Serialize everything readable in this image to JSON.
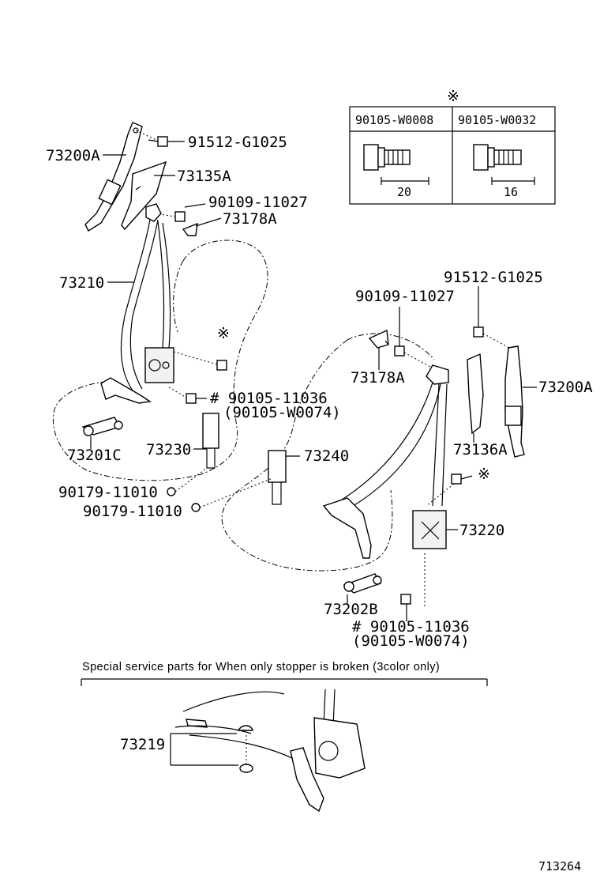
{
  "callouts": {
    "c73200A_left": "73200A",
    "c91512_top": "91512-G1025",
    "c73135A": "73135A",
    "c90109_left": "90109-11027",
    "c73178A_left": "73178A",
    "c73210": "73210",
    "c91512_right": "91512-G1025",
    "c90109_right": "90109-11027",
    "c73178A_right": "73178A",
    "c73200A_right": "73200A",
    "c90105_left": "# 90105-11036",
    "c90105_left_alt": "(90105-W0074)",
    "c73201C": "73201C",
    "c73230": "73230",
    "c73240": "73240",
    "c73136A": "73136A",
    "c90179_a": "90179-11010",
    "c90179_b": "90179-11010",
    "c73220": "73220",
    "c73202B": "73202B",
    "c90105_bottom": "# 90105-11036",
    "c90105_bottom_alt": "(90105-W0074)",
    "c73219": "73219"
  },
  "bolt_table": {
    "mark": "※",
    "col1_part": "90105-W0008",
    "col2_part": "90105-W0032",
    "col1_length": "20",
    "col2_length": "16"
  },
  "marks": {
    "ref_left": "※",
    "ref_right": "※"
  },
  "special_note": "Special service parts for When only stopper is broken (3color only)",
  "diagram_number": "713264"
}
